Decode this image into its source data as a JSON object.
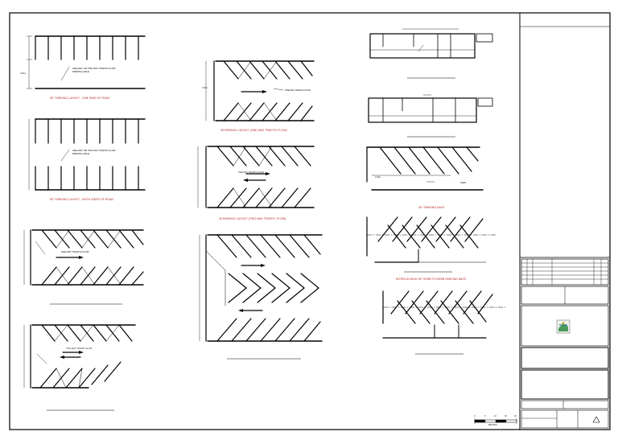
{
  "drawing": {
    "captions": {
      "perp_one_side": "90° PARKING LAYOUT - ONE SIDE OF ROAD",
      "perp_both_sides": "90° PARKING LAYOUT - BOTH SIDES OF ROAD",
      "angled_one_way": "45 PARKING LAYOUT (ONE-WAY TRAFFIC FLOW)",
      "angled_two_way": "45 PARKING LAYOUT (TWO-WAY TRAFFIC FLOW)",
      "bays_45": "45° PARKING BAYS",
      "interlocking": "INTERLOCKING 45° KERB TO KERB PARKING BAYS"
    },
    "annotations": {
      "traffic_one_way": "ONE-WAY TRAFFIC FLOW",
      "traffic_two_way": "TWO-WAY TRAFFIC FLOW",
      "kerb": "KERB",
      "width_label": "2.40m",
      "aisle_label": "6.00m",
      "bay_label": "5.00m"
    },
    "scale_bar": {
      "ticks": [
        "0",
        "5",
        "10",
        "15",
        "20"
      ],
      "unit": "METRES"
    }
  }
}
